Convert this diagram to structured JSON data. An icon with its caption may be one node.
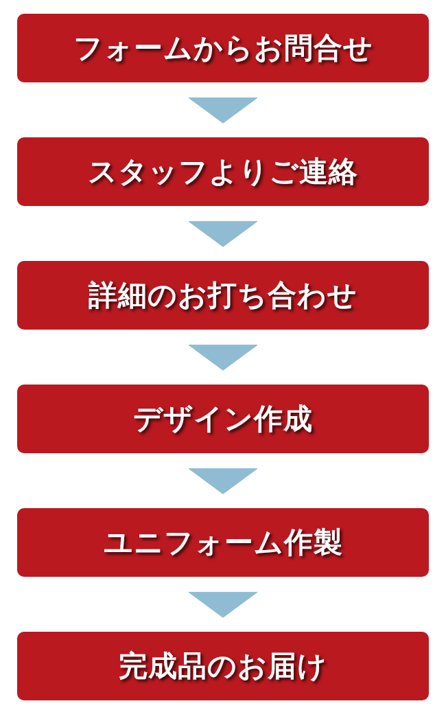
{
  "diagram": {
    "nodes": [
      {
        "text": [
          "フォームからお問合せ"
        ]
      },
      {
        "text": [
          "スタッフよりご連絡"
        ]
      },
      {
        "text": [
          "詳細のお打ち合わせ"
        ]
      },
      {
        "text": [
          "デザイン作成"
        ]
      },
      {
        "text": [
          "ユニフォーム作製"
        ]
      },
      {
        "text": [
          "完成品のお届け"
        ]
      }
    ],
    "edges": [
      {
        "from": 0,
        "to": 1,
        "arrow": "to"
      },
      {
        "from": 1,
        "to": 2,
        "arrow": "to"
      },
      {
        "from": 2,
        "to": 3,
        "arrow": "to"
      },
      {
        "from": 3,
        "to": 4,
        "arrow": "to"
      },
      {
        "from": 4,
        "to": 5,
        "arrow": "to"
      }
    ]
  }
}
